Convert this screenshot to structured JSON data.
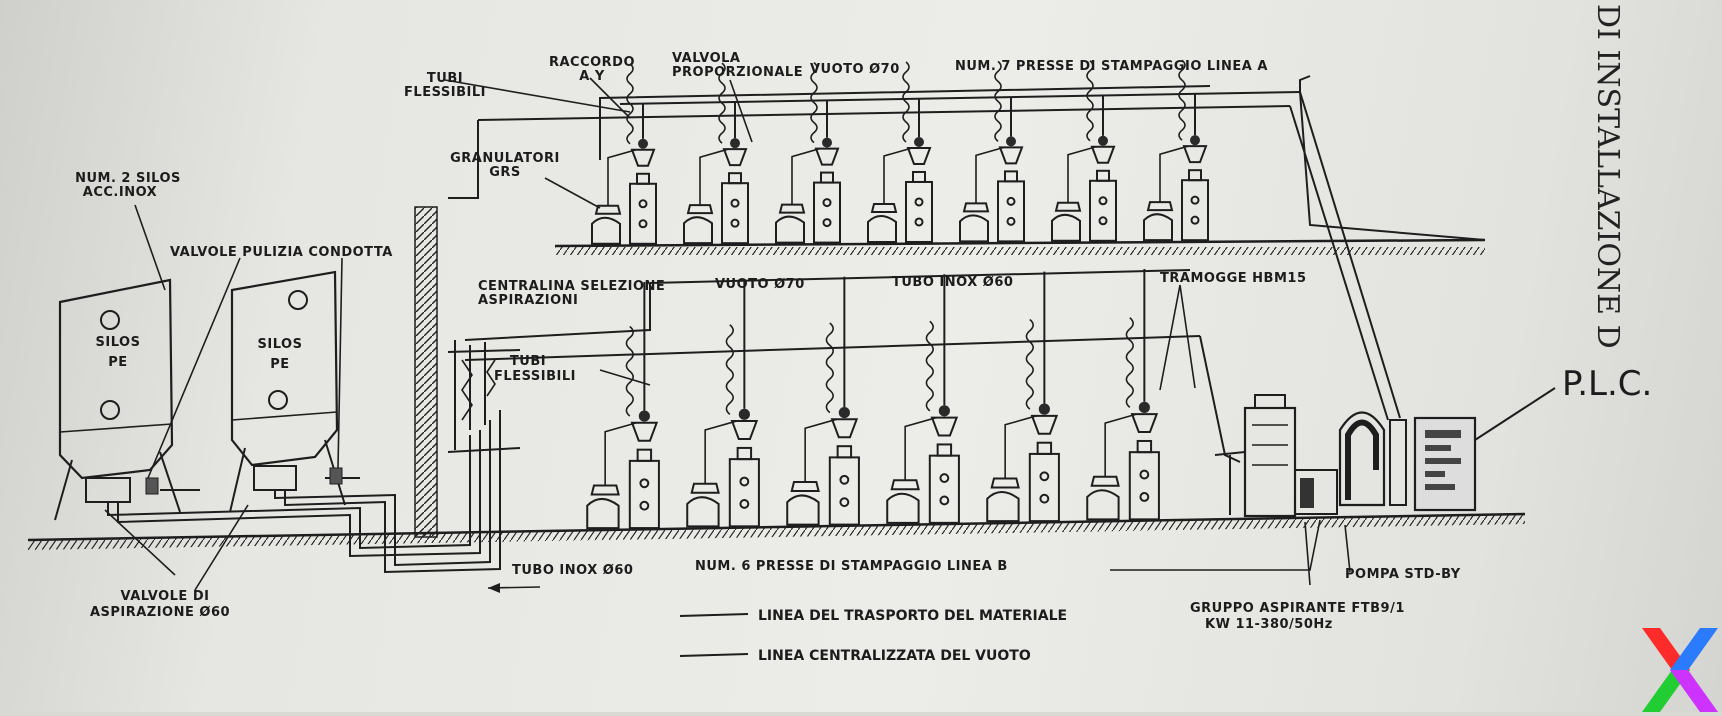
{
  "side_heading": "DI INSTALLAZIONE D",
  "labels": {
    "tubi_flessibili_top": [
      "TUBI",
      "FLESSIBILI"
    ],
    "raccordo": [
      "RACCORDO",
      "A Y"
    ],
    "valvola": [
      "VALVOLA",
      "PROPORZIONALE"
    ],
    "vuoto_top": "VUOTO Ø70",
    "presse_a": "NUM. 7 PRESSE DI STAMPAGGIO LINEA A",
    "granulatori": [
      "GRANULATORI",
      "GRS"
    ],
    "silos_count": [
      "NUM. 2 SILOS",
      "ACC.INOX"
    ],
    "valvole_pulizia": "VALVOLE PULIZIA CONDOTTA",
    "centralina": [
      "CENTRALINA SELEZIONE",
      "ASPIRAZIONI"
    ],
    "vuoto_mid": "VUOTO Ø70",
    "tubo_inox_mid": "TUBO INOX Ø60",
    "tramogge": "TRAMOGGE HBM15",
    "tubi_flessibili_mid": [
      "TUBI",
      "FLESSIBILI"
    ],
    "silos_1": [
      "SILOS",
      "PE"
    ],
    "silos_2": [
      "SILOS",
      "PE"
    ],
    "plc": "P.L.C.",
    "valvole_aspirazione": [
      "VALVOLE DI",
      "ASPIRAZIONE Ø60"
    ],
    "tubo_inox_bottom": "TUBO INOX Ø60",
    "presse_b": "NUM. 6 PRESSE DI STAMPAGGIO LINEA B",
    "pompa": "POMPA STD-BY",
    "gruppo": [
      "GRUPPO ASPIRANTE FTB9/1",
      "KW 11-380/50Hz"
    ]
  },
  "legend": [
    {
      "text": "LINEA DEL TRASPORTO DEL MATERIALE"
    },
    {
      "text": "LINEA CENTRALIZZATA DEL VUOTO"
    }
  ]
}
